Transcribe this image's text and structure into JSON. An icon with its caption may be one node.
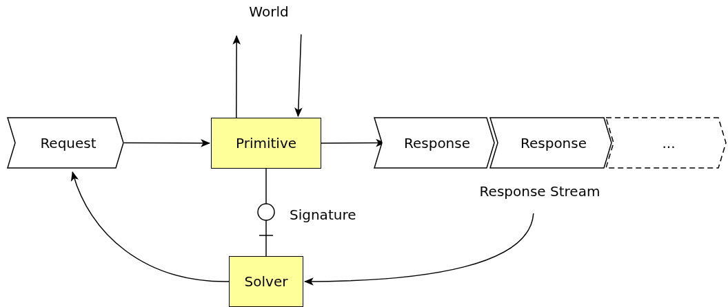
{
  "diagram": {
    "nodes": [
      {
        "text": [
          "World"
        ]
      },
      {
        "text": [
          "Request"
        ]
      },
      {
        "text": [
          "Primitive"
        ]
      },
      {
        "text": [
          "Response"
        ]
      },
      {
        "text": [
          "Response"
        ]
      },
      {
        "text": [
          "..."
        ]
      },
      {
        "text": [
          "Response Stream"
        ]
      },
      {
        "text": [
          "Solver"
        ]
      }
    ],
    "edges": [
      {
        "from": 1,
        "to": 2,
        "arrow": "to"
      },
      {
        "from": 2,
        "to": 3,
        "arrow": "to"
      },
      {
        "from": 2,
        "to": 0,
        "arrow": "to"
      },
      {
        "from": 0,
        "to": 2,
        "arrow": "to"
      },
      {
        "from": 2,
        "to": 7,
        "arrow": "other",
        "label": "Signature"
      },
      {
        "from": 6,
        "to": 7,
        "arrow": "to"
      },
      {
        "from": 7,
        "to": 1,
        "arrow": "to"
      }
    ]
  }
}
